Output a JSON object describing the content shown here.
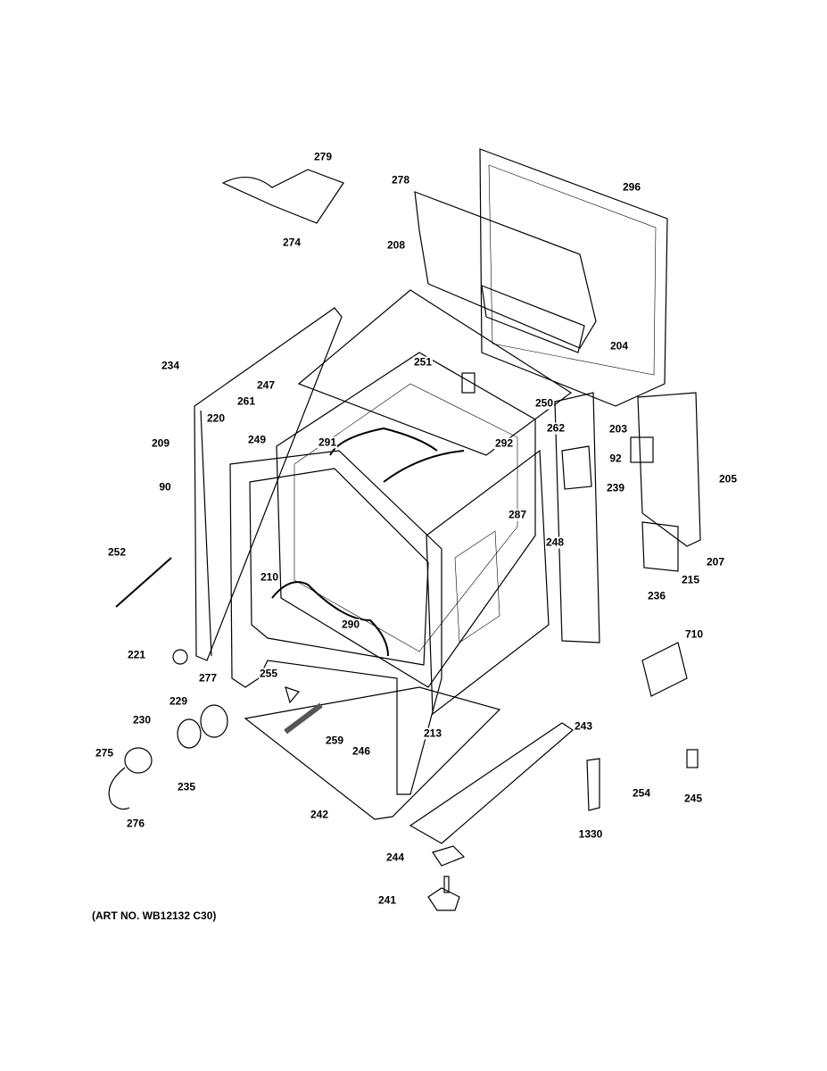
{
  "diagram": {
    "part_callouts": [
      "279",
      "274",
      "278",
      "296",
      "208",
      "204",
      "234",
      "251",
      "247",
      "261",
      "220",
      "250",
      "262",
      "203",
      "249",
      "291",
      "292",
      "209",
      "92",
      "205",
      "239",
      "90",
      "287",
      "248",
      "252",
      "207",
      "210",
      "215",
      "236",
      "290",
      "710",
      "221",
      "277",
      "255",
      "229",
      "230",
      "243",
      "213",
      "246",
      "259",
      "275",
      "235",
      "254",
      "245",
      "242",
      "276",
      "1330",
      "244",
      "241"
    ],
    "art_number": "(ART NO. WB12132 C30)",
    "line_color": "#000000"
  }
}
